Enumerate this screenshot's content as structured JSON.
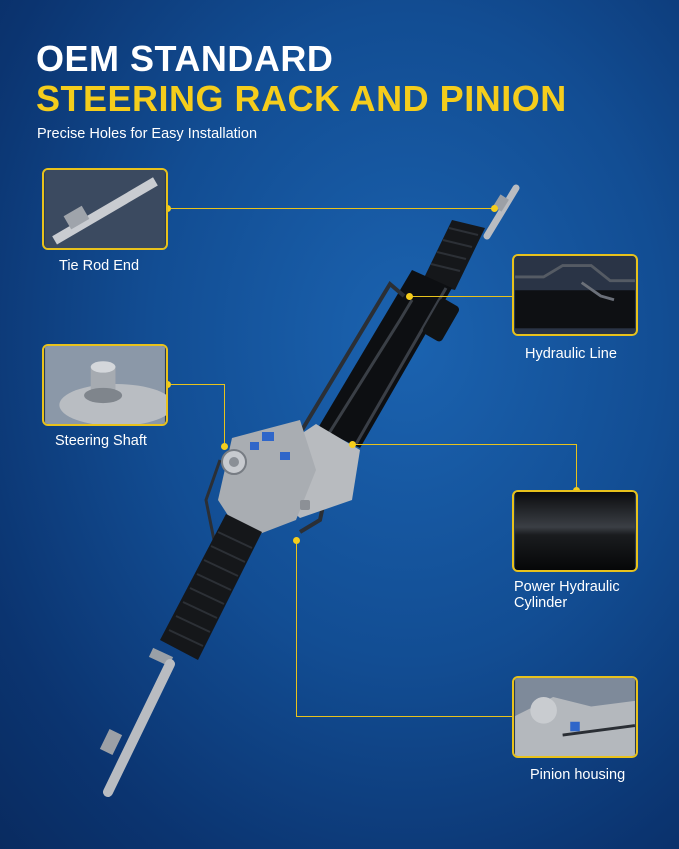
{
  "header": {
    "title_line1": "OEM STANDARD",
    "title_line2": "STEERING RACK AND PINION",
    "subtitle": "Precise Holes for Easy Installation"
  },
  "callouts": {
    "tie_rod_end": "Tie Rod End",
    "hydraulic_line": "Hydraulic Line",
    "steering_shaft": "Steering Shaft",
    "power_hydraulic_cylinder_line1": "Power Hydraulic",
    "power_hydraulic_cylinder_line2": "Cylinder",
    "pinion_housing": "Pinion housing"
  },
  "colors": {
    "accent": "#f5cd1c",
    "background": "#124d93",
    "text": "#ffffff"
  }
}
